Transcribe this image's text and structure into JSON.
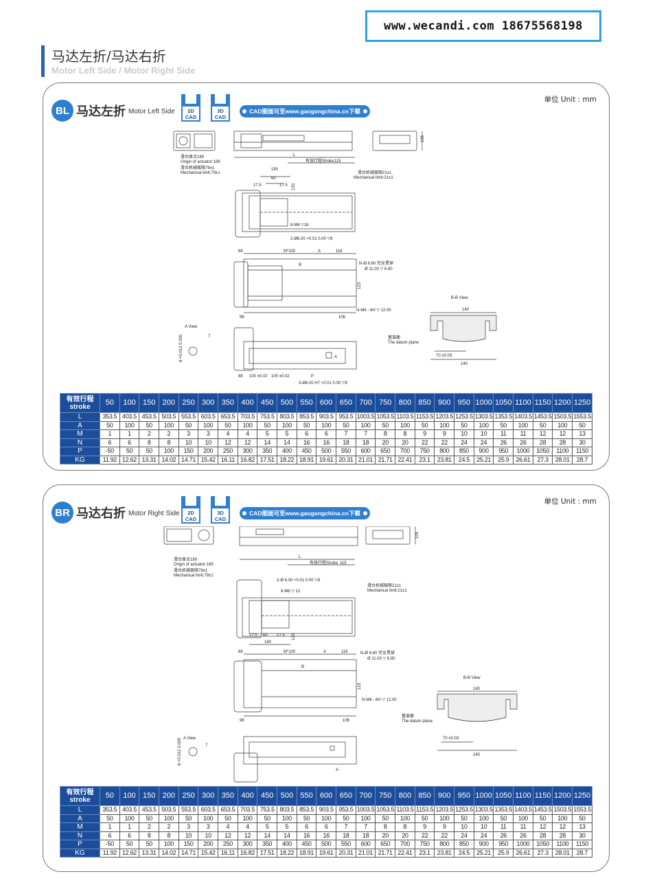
{
  "contact": "www.wecandi.com  18675568198",
  "heading": {
    "cn": "马达左折/马达右折",
    "en": "Motor Left Side / Motor Right Side"
  },
  "common": {
    "unit": "单位 Unit : mm",
    "cad2d": [
      "2D",
      "CAD"
    ],
    "cad3d": [
      "3D",
      "CAD"
    ],
    "cad_banner": "CAD图面可至www.gaogongchina.cn下载"
  },
  "bl": {
    "badge": "BL",
    "title_cn": "马达左折",
    "title_en": "Motor Left Side",
    "dims": {
      "origin_cn": "滑台原点189",
      "origin_en": "Origin of actuator:189",
      "mech_cn": "滑台机械极限79±1",
      "mech_en": "Mechanical limit:79±1",
      "stroke": "有效行程Stroke",
      "L": "L",
      "d115": "115",
      "d190": "190",
      "d60": "60",
      "d175a": "17.5",
      "d175b": "17.5",
      "d120": "120",
      "mech2_cn": "滑台机械极限21±1",
      "mech2_en": "Mechanical limit:21±1",
      "m6": "8-M6 ▽16",
      "pin": "2-Ø6.00 +0.01 0.00 ▽8",
      "d88": "88",
      "m100": "M*100",
      "A": "A",
      "d116": "116",
      "B": "B",
      "n660": "N-Ø 6.60 完全贯穿",
      "n1100": "Ø 11.00 ▽ 6.80",
      "d123": "123",
      "d98": "98",
      "d106": "106",
      "nm6": "N-M6 - 6H ▽ 12.00",
      "bbview": "B-B View",
      "d140": "140",
      "datum_cn": "基准面",
      "datum_en": "The datum plane",
      "d70": "70 ±0.03",
      "aview": "A View",
      "d7": "7",
      "d6": "6 +0.012 0.000",
      "d100a": "100 ±0.02",
      "d100b": "100 ±0.02",
      "P": "P",
      "pin3": "3-Ø6.00 H7 +0.01 0.00 ▽8"
    },
    "table": {
      "header_label": [
        "有效行程",
        "stroke"
      ],
      "strokes": [
        "50",
        "100",
        "150",
        "200",
        "250",
        "300",
        "350",
        "400",
        "450",
        "500",
        "550",
        "600",
        "650",
        "700",
        "750",
        "800",
        "850",
        "900",
        "950",
        "1000",
        "1050",
        "1100",
        "1150",
        "1200",
        "1250"
      ],
      "rows": [
        {
          "label": "L",
          "values": [
            "353.5",
            "403.5",
            "453.5",
            "503.5",
            "553.5",
            "603.5",
            "653.5",
            "703.5",
            "753.5",
            "803.5",
            "853.5",
            "903.5",
            "953.5",
            "1003.5",
            "1053.5",
            "1103.5",
            "1153.5",
            "1203.5",
            "1253.5",
            "1303.5",
            "1353.5",
            "1403.5",
            "1453.5",
            "1503.5",
            "1553.5"
          ]
        },
        {
          "label": "A",
          "values": [
            "50",
            "100",
            "50",
            "100",
            "50",
            "100",
            "50",
            "100",
            "50",
            "100",
            "50",
            "100",
            "50",
            "100",
            "50",
            "100",
            "50",
            "100",
            "50",
            "100",
            "50",
            "100",
            "50",
            "100",
            "50"
          ]
        },
        {
          "label": "M",
          "values": [
            "1",
            "1",
            "2",
            "2",
            "3",
            "3",
            "4",
            "4",
            "5",
            "5",
            "6",
            "6",
            "7",
            "7",
            "8",
            "8",
            "9",
            "9",
            "10",
            "10",
            "11",
            "11",
            "12",
            "12",
            "13"
          ]
        },
        {
          "label": "N",
          "values": [
            "6",
            "6",
            "8",
            "8",
            "10",
            "10",
            "12",
            "12",
            "14",
            "14",
            "16",
            "16",
            "18",
            "18",
            "20",
            "20",
            "22",
            "22",
            "24",
            "24",
            "26",
            "26",
            "28",
            "28",
            "30"
          ]
        },
        {
          "label": "P",
          "values": [
            "-50",
            "50",
            "50",
            "100",
            "150",
            "200",
            "250",
            "300",
            "350",
            "400",
            "450",
            "500",
            "550",
            "600",
            "650",
            "700",
            "750",
            "800",
            "850",
            "900",
            "950",
            "1000",
            "1050",
            "1100",
            "1150"
          ]
        },
        {
          "label": "KG",
          "values": [
            "11.92",
            "12.62",
            "13.31",
            "14.02",
            "14.71",
            "15.42",
            "16.11",
            "16.82",
            "17.51",
            "18.22",
            "18.91",
            "19.61",
            "20.31",
            "21.01",
            "21.71",
            "22.41",
            "23.1",
            "23.81",
            "24.5",
            "25.21",
            "25.9",
            "26.61",
            "27.3",
            "28.01",
            "28.7"
          ]
        }
      ]
    }
  },
  "br": {
    "badge": "BR",
    "title_cn": "马达右折",
    "title_en": "Motor Right Side",
    "dims": {
      "origin_cn": "滑台原点189",
      "origin_en": "Origin of actuator:189",
      "mech_cn": "滑台机械极限79±1",
      "mech_en": "Mechanical limit:79±1",
      "stroke": "有效行程Stroke",
      "L": "L",
      "d115": "115",
      "d190": "190",
      "d60": "60",
      "d175a": "17.5",
      "d175b": "17.5",
      "d120": "120",
      "mech2_cn": "滑台机械极限21±1",
      "mech2_en": "Mechanical limit:21±1",
      "m6": "8-M6 ▽ 12",
      "pin": "2-Ø 6.00 +0.01 0.00 ▽8",
      "d88": "88",
      "m100": "M*100",
      "A": "A",
      "d116": "116",
      "B": "B",
      "n660": "N-Ø 6.60 完全贯穿",
      "n1100": "Ø 11.00 ▽ 6.80",
      "d123": "123",
      "d98": "98",
      "d106": "106",
      "nm6": "N-M6 - 6H ▽ 12.00",
      "bbview": "B-B View",
      "d140": "140",
      "datum_cn": "基准面",
      "datum_en": "The datum plane",
      "d70": "70 ±0.03",
      "aview": "A View",
      "d7": "7",
      "d6": "6 +0.012 0.000"
    },
    "table": {
      "header_label": [
        "有效行程",
        "stroke"
      ],
      "strokes": [
        "50",
        "100",
        "150",
        "200",
        "250",
        "300",
        "350",
        "400",
        "450",
        "500",
        "550",
        "600",
        "650",
        "700",
        "750",
        "800",
        "850",
        "900",
        "950",
        "1000",
        "1050",
        "1100",
        "1150",
        "1200",
        "1250"
      ],
      "rows": [
        {
          "label": "L",
          "values": [
            "353.5",
            "403.5",
            "453.5",
            "503.5",
            "553.5",
            "603.5",
            "653.5",
            "703.5",
            "753.5",
            "803.5",
            "853.5",
            "903.5",
            "953.5",
            "1003.5",
            "1053.5",
            "1103.5",
            "1153.5",
            "1203.5",
            "1253.5",
            "1303.5",
            "1353.5",
            "1403.5",
            "1453.5",
            "1503.5",
            "1553.5"
          ]
        },
        {
          "label": "A",
          "values": [
            "50",
            "100",
            "50",
            "100",
            "50",
            "100",
            "50",
            "100",
            "50",
            "100",
            "50",
            "100",
            "50",
            "100",
            "50",
            "100",
            "50",
            "100",
            "50",
            "100",
            "50",
            "100",
            "50",
            "100",
            "50"
          ]
        },
        {
          "label": "M",
          "values": [
            "1",
            "1",
            "2",
            "2",
            "3",
            "3",
            "4",
            "4",
            "5",
            "5",
            "6",
            "6",
            "7",
            "7",
            "8",
            "8",
            "9",
            "9",
            "10",
            "10",
            "11",
            "11",
            "12",
            "12",
            "13"
          ]
        },
        {
          "label": "N",
          "values": [
            "6",
            "6",
            "8",
            "8",
            "10",
            "10",
            "12",
            "12",
            "14",
            "14",
            "16",
            "16",
            "18",
            "18",
            "20",
            "20",
            "22",
            "22",
            "24",
            "24",
            "26",
            "26",
            "28",
            "28",
            "30"
          ]
        },
        {
          "label": "P",
          "values": [
            "-50",
            "50",
            "50",
            "100",
            "150",
            "200",
            "250",
            "300",
            "350",
            "400",
            "450",
            "500",
            "550",
            "600",
            "650",
            "700",
            "750",
            "800",
            "850",
            "900",
            "950",
            "1000",
            "1050",
            "1100",
            "1150"
          ]
        },
        {
          "label": "KG",
          "values": [
            "11.92",
            "12.62",
            "13.31",
            "14.02",
            "14.71",
            "15.42",
            "16.11",
            "16.82",
            "17.51",
            "18.22",
            "18.91",
            "19.61",
            "20.31",
            "21.01",
            "21.71",
            "22.41",
            "23.1",
            "23.81",
            "24.5",
            "25.21",
            "25.9",
            "26.61",
            "27.3",
            "28.01",
            "28.7"
          ]
        }
      ]
    }
  },
  "colors": {
    "accent": "#2f7fd0",
    "table_header": "#1c4d9a",
    "contact_border": "#2ba3e0"
  }
}
